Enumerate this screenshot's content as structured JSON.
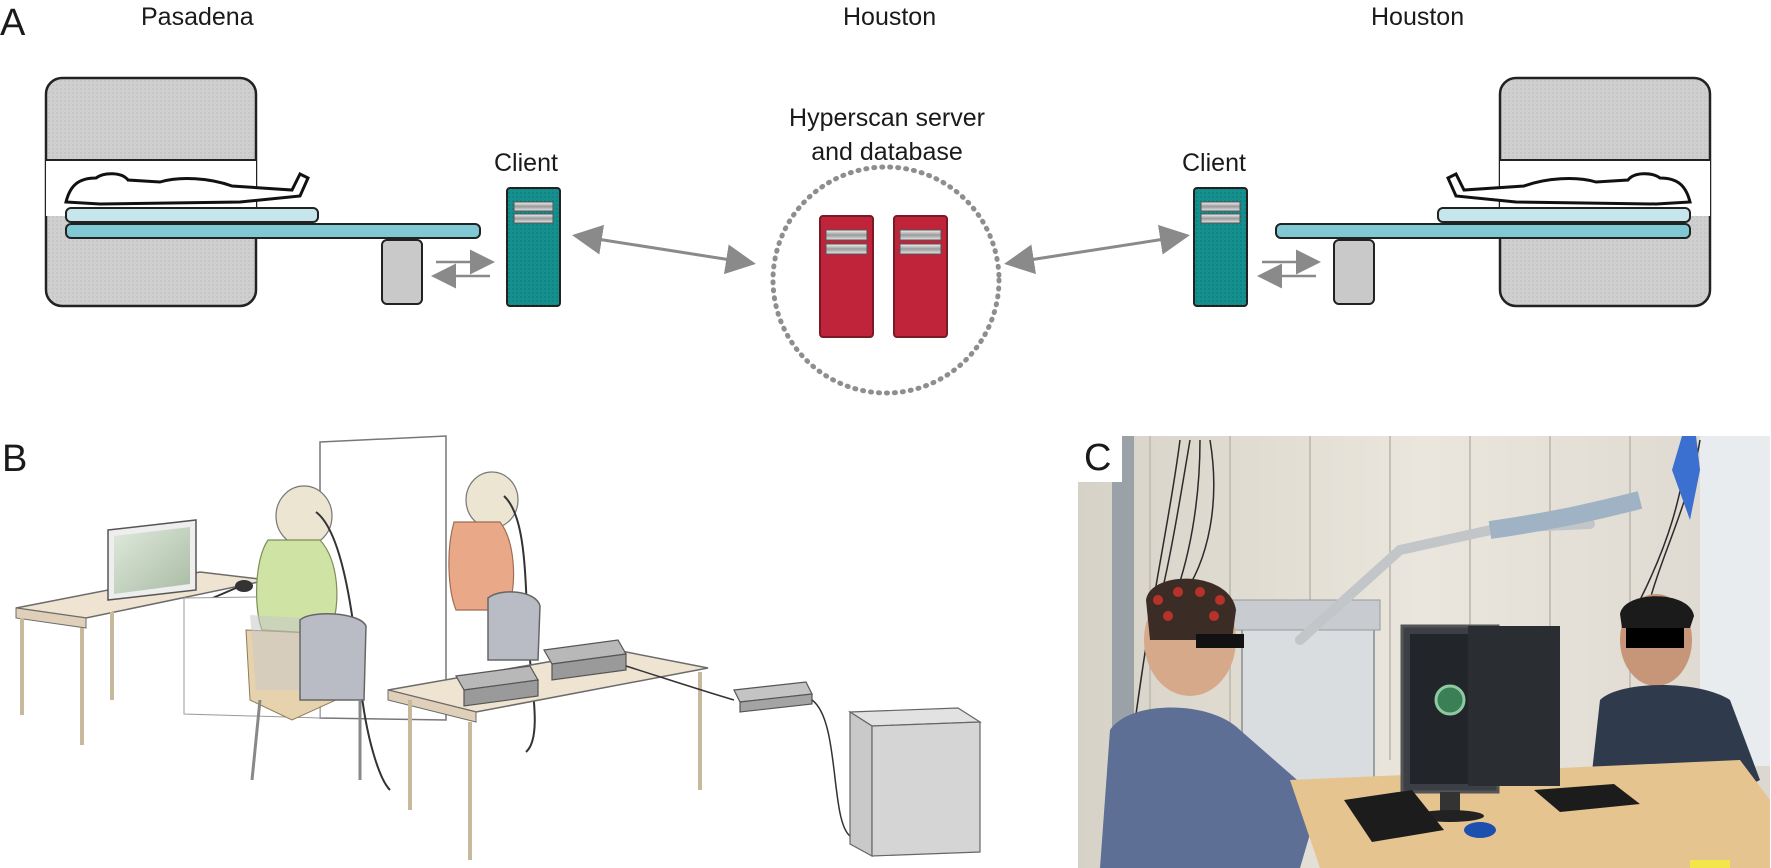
{
  "panels": {
    "a_letter": "A",
    "b_letter": "B",
    "c_letter": "C"
  },
  "sites": {
    "left_city": "Pasadena",
    "center_city": "Houston",
    "right_city": "Houston"
  },
  "nodes": {
    "left_client": "Client",
    "right_client": "Client",
    "server_line1": "Hyperscan server",
    "server_line2": "and database"
  },
  "colors": {
    "client": "#14908f",
    "server": "#c0243a",
    "bed": "#7fc8d4",
    "scanner": "#c9c9c9",
    "arrow": "#8a8a8a"
  }
}
